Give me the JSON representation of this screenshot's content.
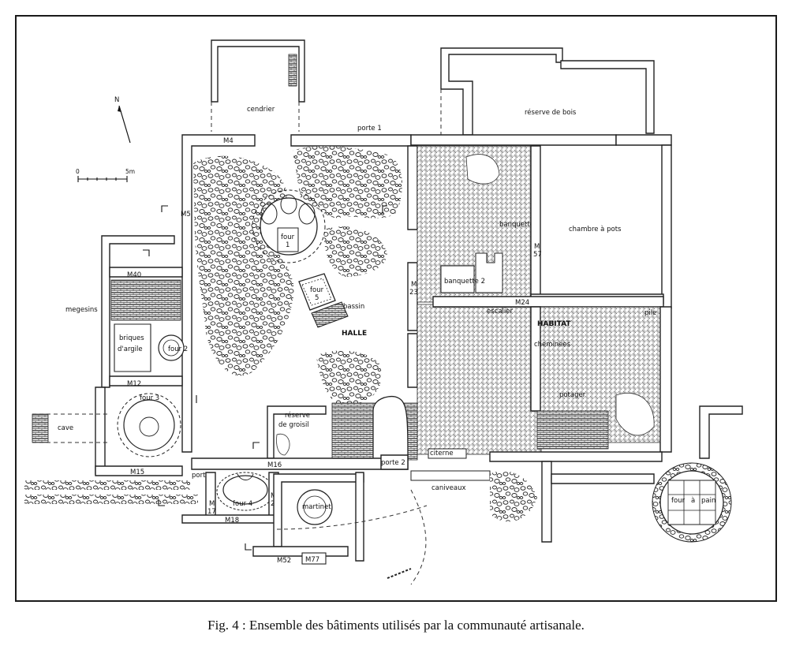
{
  "labels": {
    "cendrier": "cendrier",
    "reserve_de_bois": "réserve de bois",
    "porte1": "porte 1",
    "m4": "M4",
    "m5": "M5",
    "four1": "four",
    "four1_num": "1",
    "four5": "four",
    "four5_num": "5",
    "bassin": "bassin",
    "halle": "HALLE",
    "m23": "M",
    "m23_num": "23",
    "banquette": "banquette",
    "banquette2": "banquette 2",
    "m57": "M",
    "m57_num": "57",
    "chambre_a_pots": "chambre à pots",
    "m24": "M24",
    "escalier": "escalier",
    "habitat": "HABITAT",
    "pile": "pile",
    "cheminees": "cheminées",
    "potager": "potager",
    "m40": "M40",
    "megesins": "megesins",
    "briques": "briques",
    "d_argile": "d'argile",
    "four2": "four 2",
    "m12": "M12",
    "four3": "four 3",
    "cave": "cave",
    "m15": "M15",
    "reserve_de_groisil": "réserve",
    "reserve_de_groisil2": "de groisil",
    "porte2": "porte 2",
    "citerne": "citerne",
    "caniveaux": "caniveaux",
    "m16": "M16",
    "porte3": "porte 3",
    "four4": "four 4",
    "m17": "M",
    "m17_num": "17",
    "m25": "M",
    "m25_num": "25",
    "martinet": "martinet",
    "m18": "M18",
    "m52": "M52",
    "m77": "M77",
    "four_a_pain": "four",
    "four_a_pain_a": "à",
    "four_a_pain_pain": "pain",
    "north": "N",
    "scale_0": "0",
    "scale_5m": "5m"
  },
  "caption": "Fig. 4 : Ensemble des bâtiments utilisés par la communauté artisanale.",
  "colors": {
    "ink": "#111111",
    "frame": "#1a1a1a",
    "paper": "#ffffff"
  }
}
